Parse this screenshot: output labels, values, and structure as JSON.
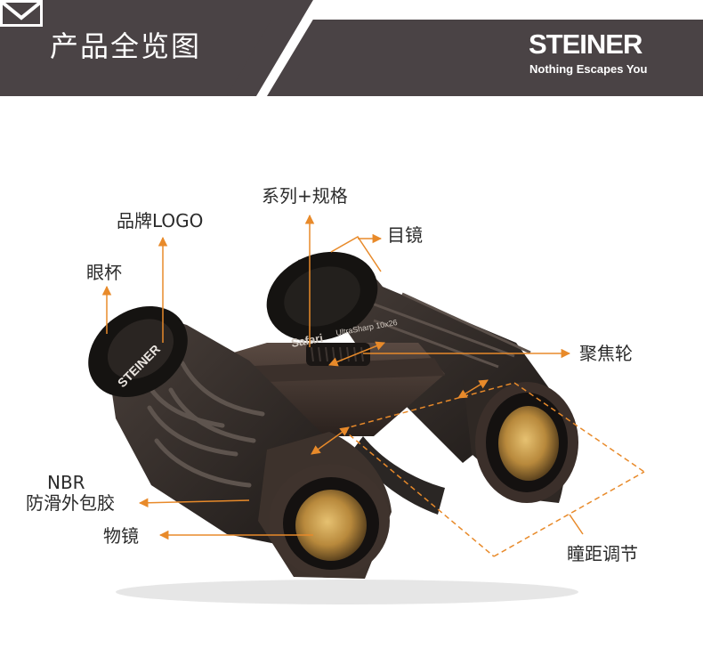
{
  "header": {
    "title": "产品全览图",
    "brand": {
      "name": "STEINER",
      "tagline": "Nothing Escapes You",
      "mark_icon": "envelope-chevron-icon"
    }
  },
  "annotations": {
    "brand_logo": "品牌LOGO",
    "series_spec": "系列+规格",
    "eyepiece": "目镜",
    "eyecup": "眼杯",
    "focus_wheel": "聚焦轮",
    "nbr_line1": "NBR",
    "nbr_line2": "防滑外包胶",
    "objective": "物镜",
    "ipd": "瞳距调节"
  },
  "colors": {
    "header_dark": "#4a4345",
    "accent_orange": "#e88a2a",
    "label_text": "#2b2b2b"
  }
}
